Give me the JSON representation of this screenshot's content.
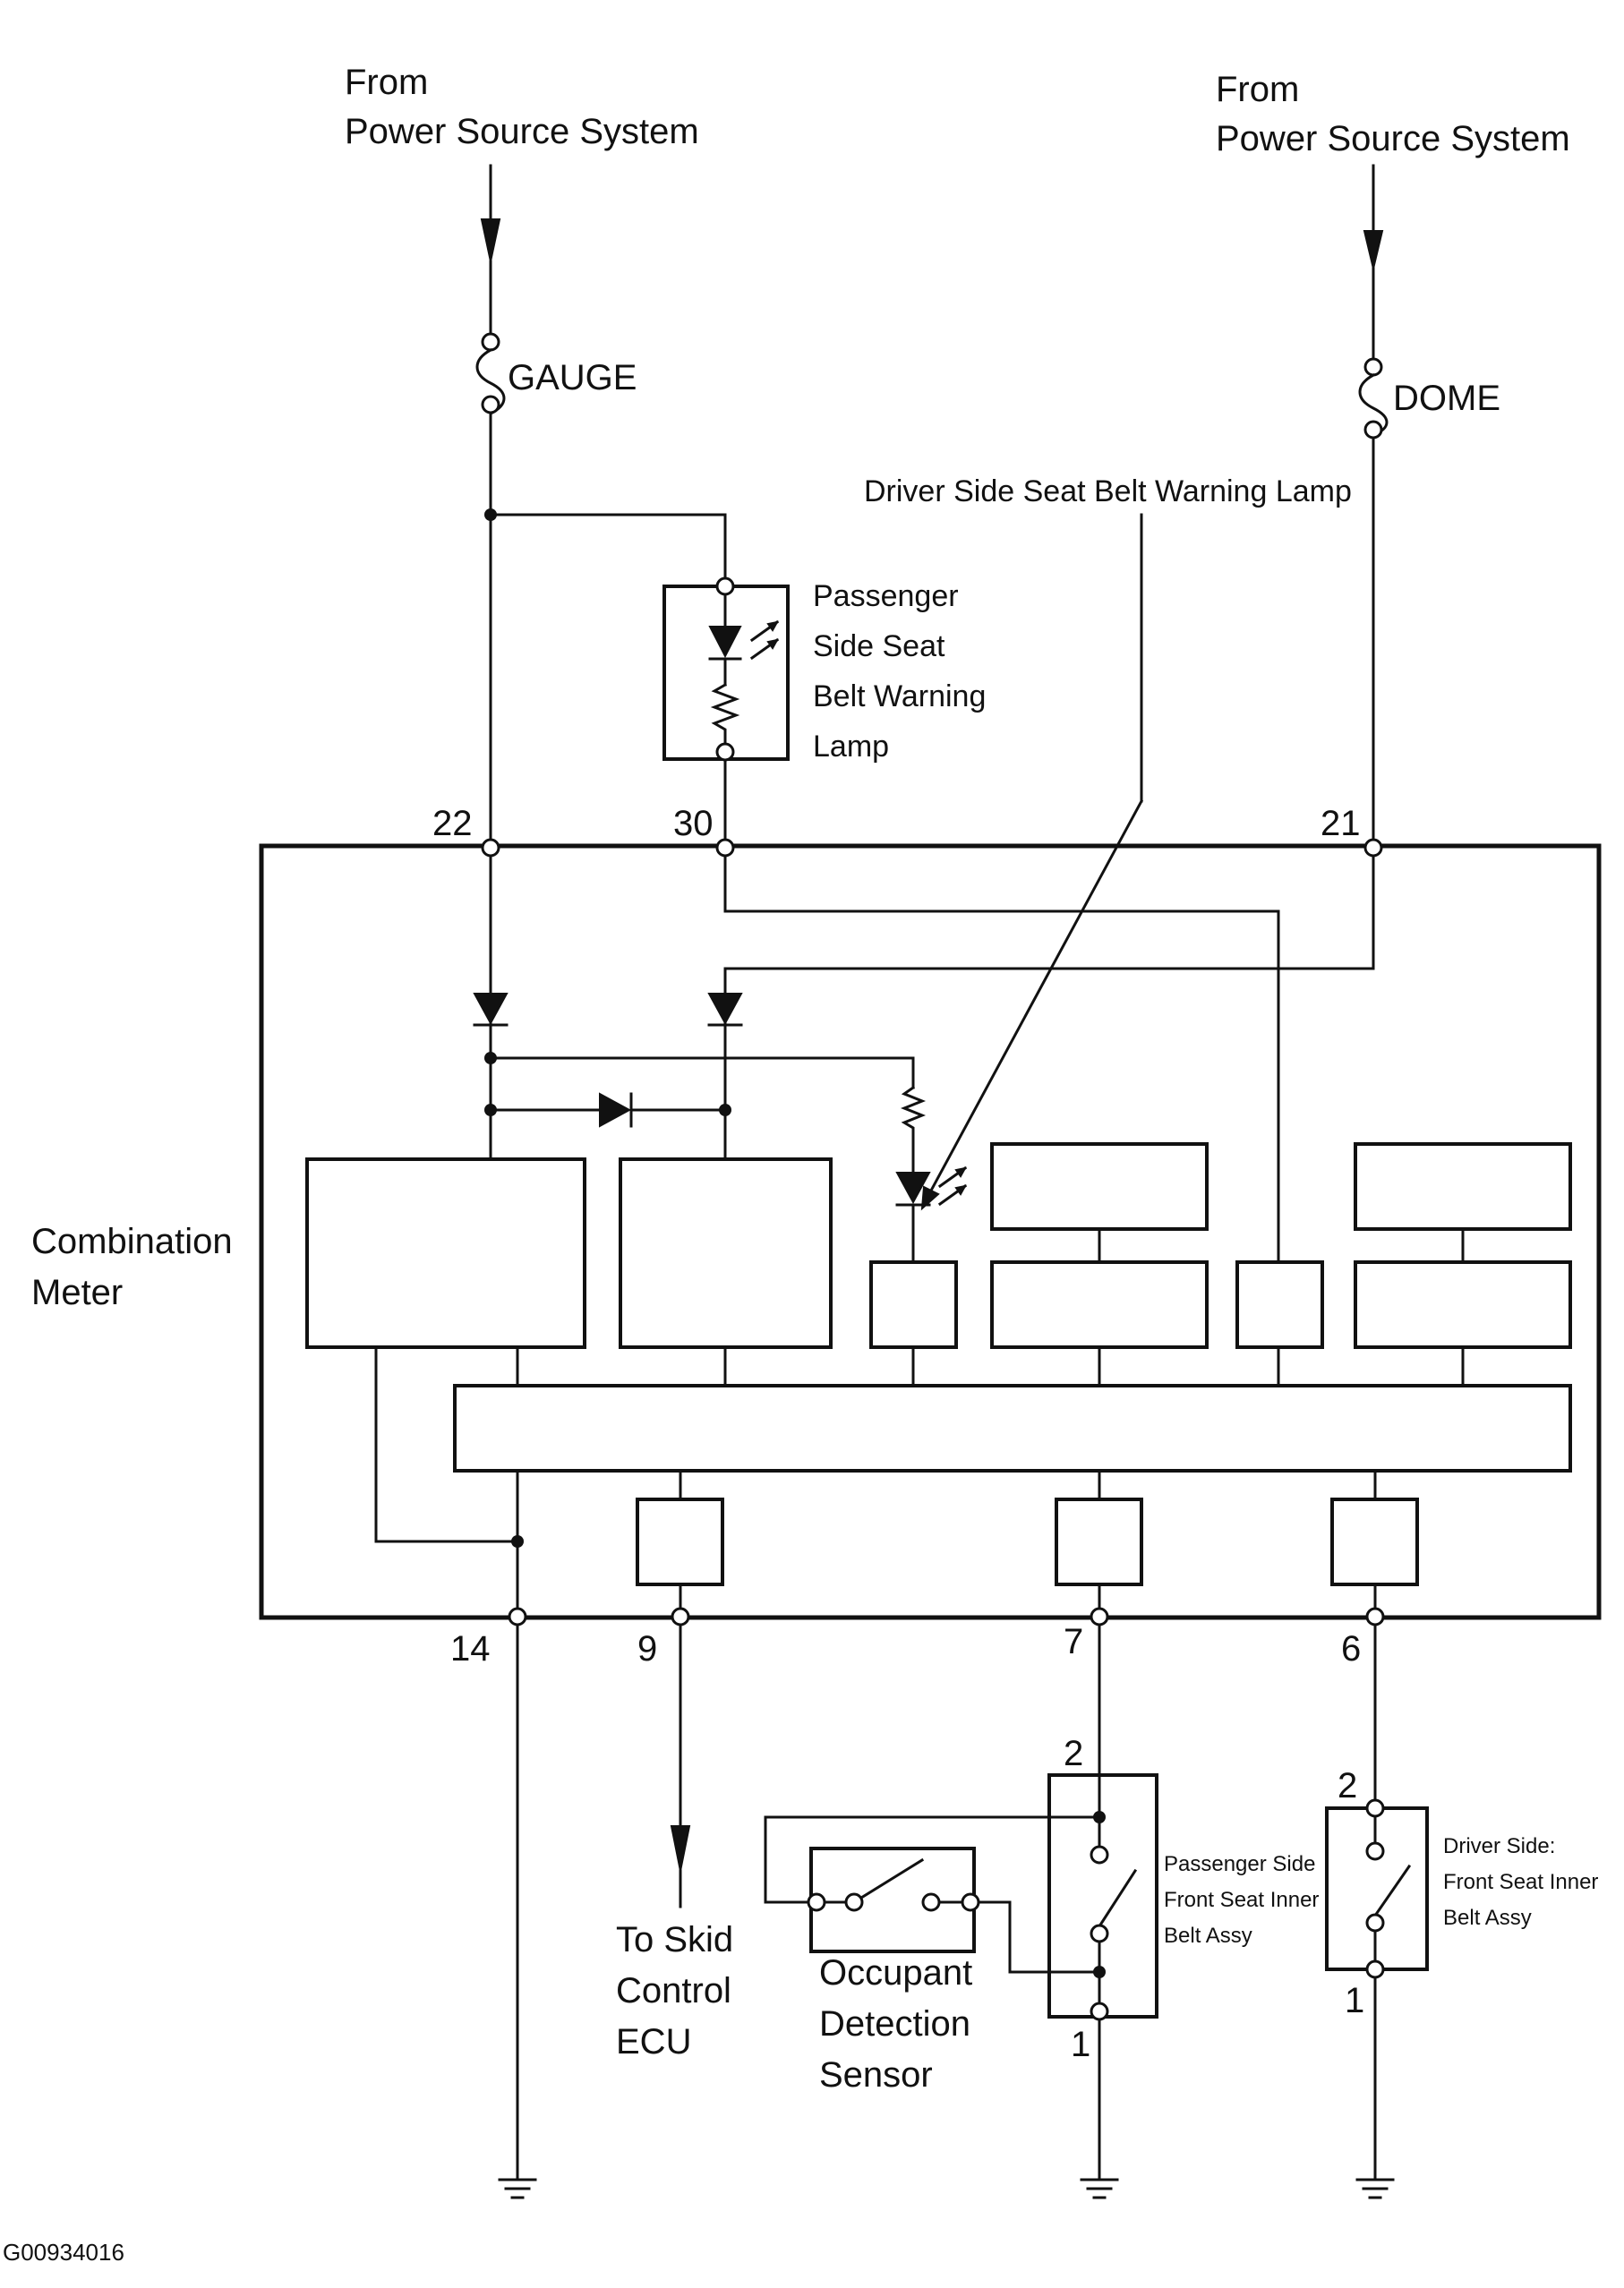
{
  "sources": {
    "left": [
      "From",
      "Power Source System"
    ],
    "right": [
      "From",
      "Power Source System"
    ]
  },
  "fuses": {
    "gauge": "GAUGE",
    "dome": "DOME"
  },
  "lamps": {
    "driver": "Driver Side Seat Belt Warning Lamp",
    "passenger": [
      "Passenger",
      "Side Seat",
      "Belt Warning",
      "Lamp"
    ]
  },
  "meter_label": [
    "Combination",
    "Meter"
  ],
  "pins": {
    "p22": "22",
    "p30": "30",
    "p21": "21",
    "p14": "14",
    "p9": "9",
    "p7": "7",
    "p6": "6",
    "pass_top": "2",
    "pass_bot": "1",
    "drv_top": "2",
    "drv_bot": "1"
  },
  "outputs": {
    "skid": [
      "To Skid",
      "Control",
      "ECU"
    ],
    "occupant": [
      "Occupant",
      "Detection",
      "Sensor"
    ],
    "passenger_belt": [
      "Passenger Side",
      "Front Seat Inner",
      "Belt Assy"
    ],
    "driver_belt": [
      "Driver Side:",
      "Front Seat Inner",
      "Belt Assy"
    ]
  },
  "figure_id": "G00934016"
}
